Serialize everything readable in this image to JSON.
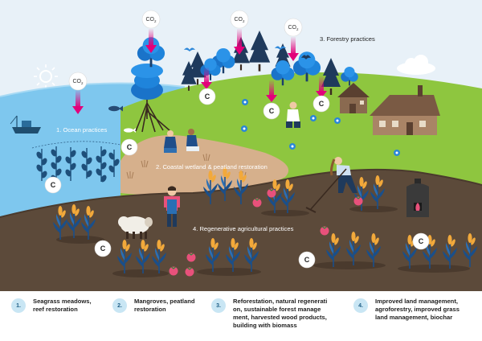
{
  "labels": {
    "ocean": "1. Ocean practices",
    "wetland": "2. Coastal wetland & peatland restoration",
    "forestry": "3. Forestry practices",
    "agri": "4. Regenerative agricultural practices"
  },
  "co2_label": "CO",
  "co2_sub": "2",
  "carbon_label": "C",
  "legend": [
    {
      "number": "1.",
      "lines": [
        "Seagrass meadows,",
        "reef restoration"
      ]
    },
    {
      "number": "2.",
      "lines": [
        "Mangroves, peatland",
        "restoration"
      ]
    },
    {
      "number": "3.",
      "lines": [
        "Reforestation, natural regenerati",
        "on, sustainable forest manage",
        "ment, harvested wood products,",
        "building with biomass"
      ]
    },
    {
      "number": "4.",
      "lines": [
        "Improved land management,",
        "agroforestry, improved grass",
        "land management, biochar"
      ]
    }
  ],
  "colors": {
    "sky": "#e8f1f8",
    "ocean": "#7ec7ee",
    "hill": "#8ec63f",
    "soil": "#5c4a3a",
    "wetland": "#d6b08c",
    "co2_arrow": "#e2007a",
    "tree_blue": "#1a73c9",
    "pine": "#1f3a5c",
    "legend_badge": "#c9e6f4"
  },
  "icons": [
    "sun-icon",
    "cloud-icon",
    "boat-icon",
    "fish-icon",
    "bird-icon",
    "house-icon",
    "sheep-icon",
    "farmer-icon",
    "kiln-icon"
  ]
}
